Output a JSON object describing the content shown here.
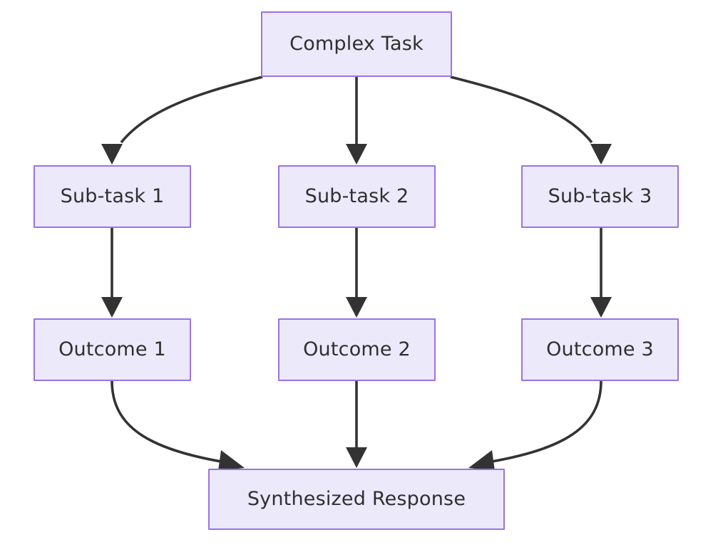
{
  "diagram": {
    "type": "flowchart",
    "direction": "top-down",
    "title": "Task decomposition flowchart",
    "theme": {
      "node_fill": "#ECE9FB",
      "node_border": "#9A72E8",
      "node_text": "#2f2f2f",
      "edge_color": "#333333",
      "background": "#ffffff"
    },
    "nodes": [
      {
        "id": "root",
        "label": "Complex Task"
      },
      {
        "id": "sub1",
        "label": "Sub-task 1"
      },
      {
        "id": "sub2",
        "label": "Sub-task 2"
      },
      {
        "id": "sub3",
        "label": "Sub-task 3"
      },
      {
        "id": "out1",
        "label": "Outcome 1"
      },
      {
        "id": "out2",
        "label": "Outcome 2"
      },
      {
        "id": "out3",
        "label": "Outcome 3"
      },
      {
        "id": "synth",
        "label": "Synthesized Response"
      }
    ],
    "edges": [
      {
        "from": "root",
        "to": "sub1",
        "style": "curved",
        "arrow": "triangle"
      },
      {
        "from": "root",
        "to": "sub2",
        "style": "straight",
        "arrow": "triangle"
      },
      {
        "from": "root",
        "to": "sub3",
        "style": "curved",
        "arrow": "triangle"
      },
      {
        "from": "sub1",
        "to": "out1",
        "style": "straight",
        "arrow": "triangle"
      },
      {
        "from": "sub2",
        "to": "out2",
        "style": "straight",
        "arrow": "triangle"
      },
      {
        "from": "sub3",
        "to": "out3",
        "style": "straight",
        "arrow": "triangle"
      },
      {
        "from": "out1",
        "to": "synth",
        "style": "curved",
        "arrow": "triangle"
      },
      {
        "from": "out2",
        "to": "synth",
        "style": "straight",
        "arrow": "triangle"
      },
      {
        "from": "out3",
        "to": "synth",
        "style": "curved",
        "arrow": "triangle"
      }
    ]
  }
}
